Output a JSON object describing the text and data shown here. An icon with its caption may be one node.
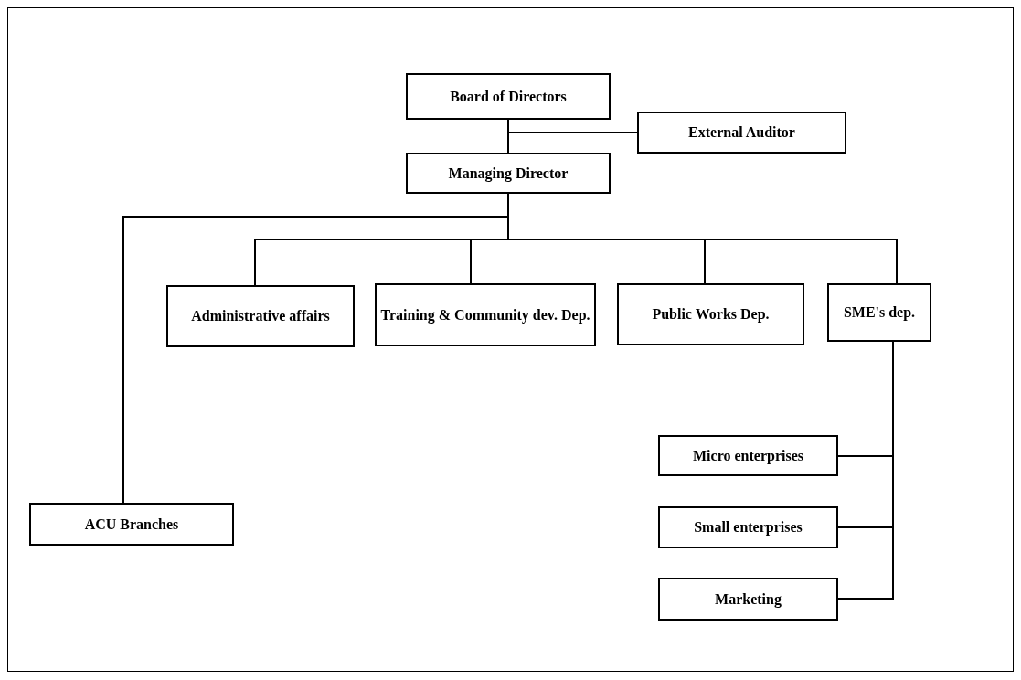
{
  "diagram": {
    "nodes": [
      {
        "text": [
          "Board of Directors"
        ]
      },
      {
        "text": [
          "External Auditor"
        ]
      },
      {
        "text": [
          "Managing Director"
        ]
      },
      {
        "text": [
          "Administrative affairs"
        ]
      },
      {
        "text": [
          "Training & Community dev. Dep."
        ]
      },
      {
        "text": [
          "Public Works Dep."
        ]
      },
      {
        "text": [
          "SME's dep."
        ]
      },
      {
        "text": [
          "ACU Branches"
        ]
      },
      {
        "text": [
          "Micro enterprises"
        ]
      },
      {
        "text": [
          "Small enterprises"
        ]
      },
      {
        "text": [
          "Marketing"
        ]
      }
    ],
    "edges": [
      {
        "from": 0,
        "to": 2,
        "arrow": "none"
      },
      {
        "from": 0,
        "to": 1,
        "arrow": "none"
      },
      {
        "from": 2,
        "to": 3,
        "arrow": "none"
      },
      {
        "from": 2,
        "to": 4,
        "arrow": "none"
      },
      {
        "from": 2,
        "to": 5,
        "arrow": "none"
      },
      {
        "from": 2,
        "to": 6,
        "arrow": "none"
      },
      {
        "from": 2,
        "to": 7,
        "arrow": "none"
      },
      {
        "from": 6,
        "to": 8,
        "arrow": "none"
      },
      {
        "from": 6,
        "to": 9,
        "arrow": "none"
      },
      {
        "from": 6,
        "to": 10,
        "arrow": "none"
      }
    ]
  }
}
